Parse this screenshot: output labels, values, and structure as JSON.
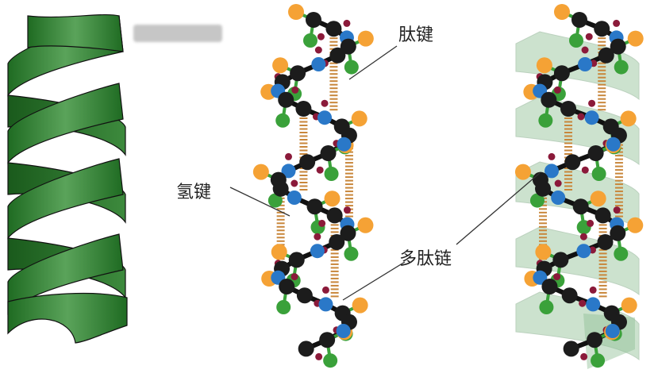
{
  "labels": {
    "peptide_bond": "肽键",
    "hydrogen_bond": "氢键",
    "polypeptide_chain": "多肽链"
  },
  "colors": {
    "ribbon": "#2e7d32",
    "carbon": "#1c1c1c",
    "nitrogen": "#2a78c8",
    "side_chain_green": "#3aa13a",
    "side_chain_orange": "#f5a235",
    "hydrogen": "#8b1a3a",
    "hydrogen_bond": "#c8863a"
  }
}
